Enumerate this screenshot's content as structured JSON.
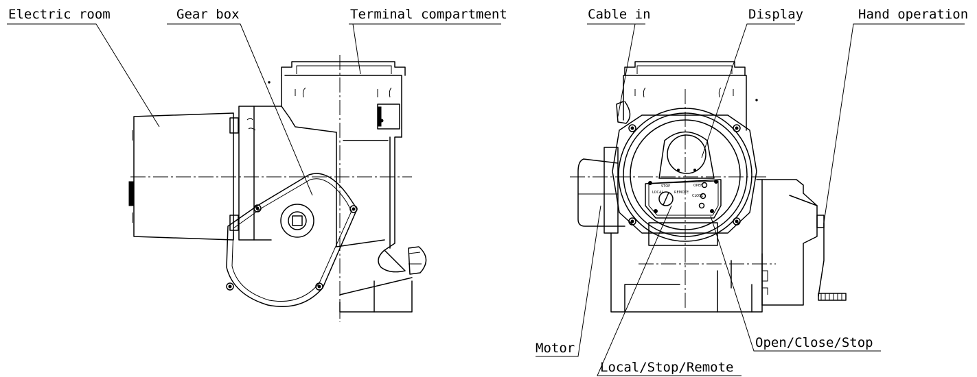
{
  "labels": {
    "electric_room": "Electric room",
    "gear_box": "Gear box",
    "terminal_compartment": "Terminal compartment",
    "cable_in": "Cable in",
    "display": "Display",
    "hand_operation": "Hand operation",
    "motor": "Motor",
    "local_stop_remote": "Local/Stop/Remote",
    "open_close_stop": "Open/Close/Stop"
  },
  "panel_text": {
    "stop": "STOP",
    "local": "LOCAL",
    "remote": "REMOTE",
    "open": "OPEN",
    "close": "CLOSE"
  }
}
